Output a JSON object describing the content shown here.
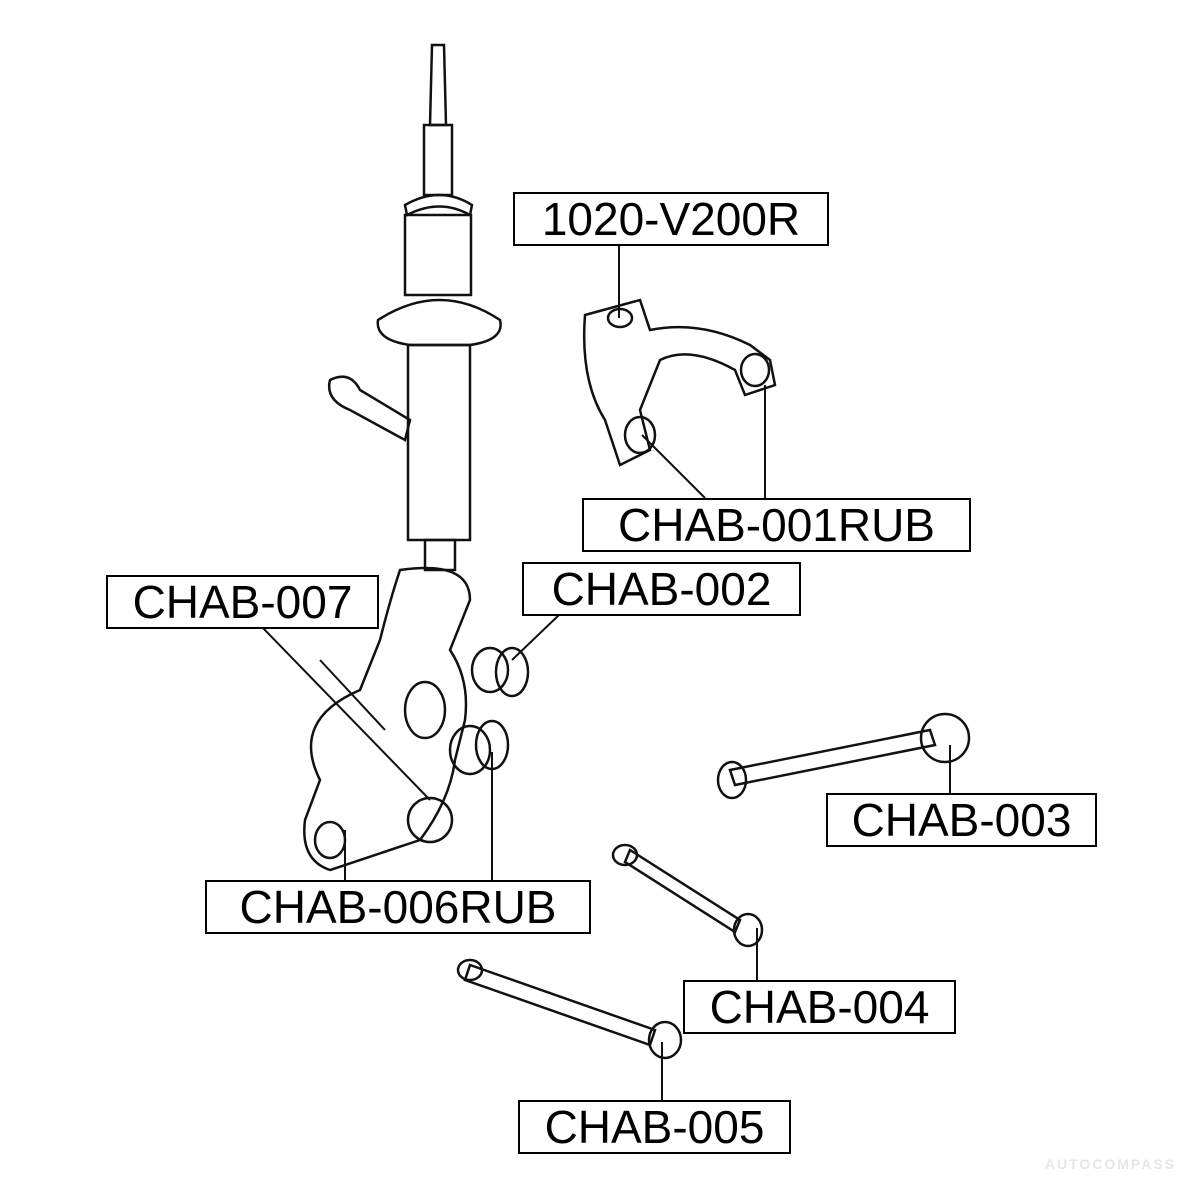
{
  "labels": {
    "upper_arm": "1020-V200R",
    "upper_arm_bushing": "CHAB-001RUB",
    "knuckle_bushing_007": "CHAB-007",
    "bushing_002": "CHAB-002",
    "arm_003": "CHAB-003",
    "knuckle_bushing_006": "CHAB-006RUB",
    "arm_004": "CHAB-004",
    "arm_005": "CHAB-005"
  },
  "watermark": "AUTOCOMPASS"
}
